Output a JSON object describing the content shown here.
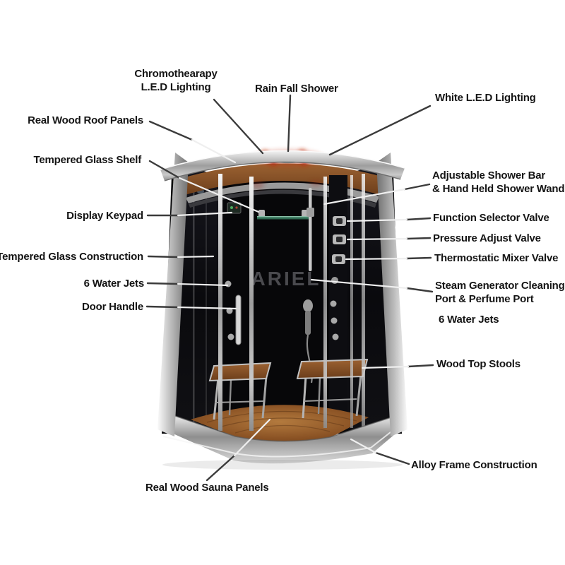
{
  "diagram": {
    "title_context": "Steam shower feature diagram",
    "logo": "ARIEL",
    "labels": {
      "chromo1": "Chromothearapy",
      "chromo2": "L.E.D Lighting",
      "rain": "Rain Fall Shower",
      "white_led": "White L.E.D Lighting",
      "roof_panels": "Real Wood Roof Panels",
      "glass_shelf": "Tempered Glass Shelf",
      "keypad": "Display Keypad",
      "glass_construction": "Tempered Glass Construction",
      "jets_left": "6 Water Jets",
      "door_handle": "Door Handle",
      "shower_bar1": "Adjustable Shower Bar",
      "shower_bar2": "& Hand Held Shower Wand",
      "function_valve": "Function Selector Valve",
      "pressure_valve": "Pressure Adjust Valve",
      "mixer_valve": "Thermostatic Mixer Valve",
      "steam_port1": "Steam Generator Cleaning",
      "steam_port2": "Port & Perfume Port",
      "jets_right": "6 Water Jets",
      "stools": "Wood Top Stools",
      "alloy_frame": "Alloy Frame Construction",
      "sauna_panels": "Real Wood Sauna Panels"
    },
    "colors": {
      "label_text": "#141414",
      "leader_dark": "#3b3b3b",
      "leader_light": "#efefef",
      "frame_silver": "#c7c7c7",
      "glass_dark": "#0a0a0d",
      "wood": "#8a5527",
      "led_red": "#c03018",
      "logo_gray": "#4a4a4e"
    }
  }
}
